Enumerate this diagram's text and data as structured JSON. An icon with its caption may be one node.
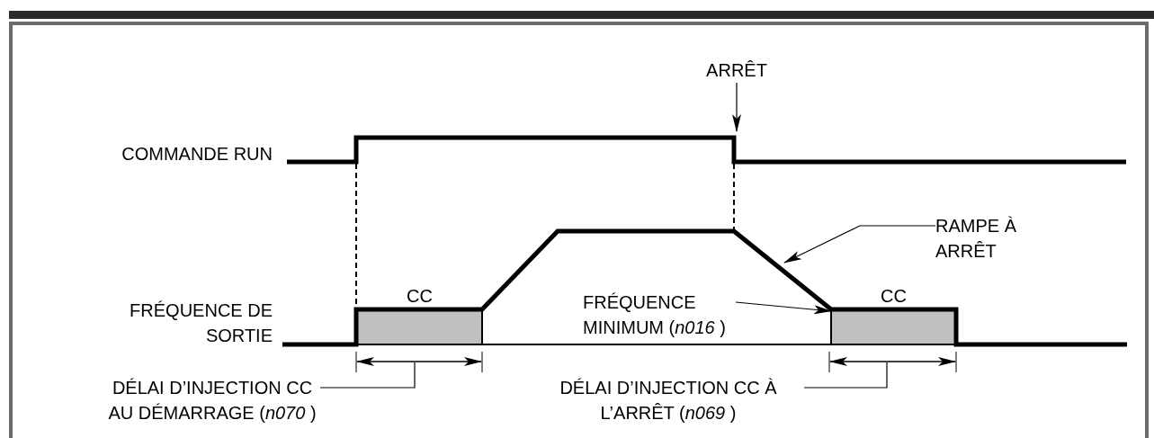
{
  "diagram": {
    "nodes": [
      {
        "text": [
          "ARRÊT"
        ]
      },
      {
        "text": [
          "RAMPE À ARRÊT"
        ]
      },
      {
        "text": [
          "FRÉQUENCE MINIMUM (*n016* )"
        ]
      },
      {
        "text": [
          "DÉLAI D’INJECTION CC AU DÉMARRAGE (*n070* )"
        ]
      },
      {
        "text": [
          "DÉLAI D’INJECTION CC À L’ARRÊT (*n069* )"
        ]
      },
      {
        "text": [
          "CC"
        ]
      },
      {
        "text": [
          "CC"
        ]
      }
    ],
    "edges": [
      {
        "from": 0,
        "to": null,
        "arrow": "to"
      },
      {
        "from": 1,
        "to": null,
        "arrow": "to"
      },
      {
        "from": 2,
        "to": 6,
        "arrow": "to"
      },
      {
        "from": 3,
        "to": null,
        "arrow": "none"
      },
      {
        "from": 4,
        "to": null,
        "arrow": "none"
      }
    ],
    "labels": [
      "COMMANDE RUN",
      "FRÉQUENCE DE SORTIE"
    ]
  }
}
